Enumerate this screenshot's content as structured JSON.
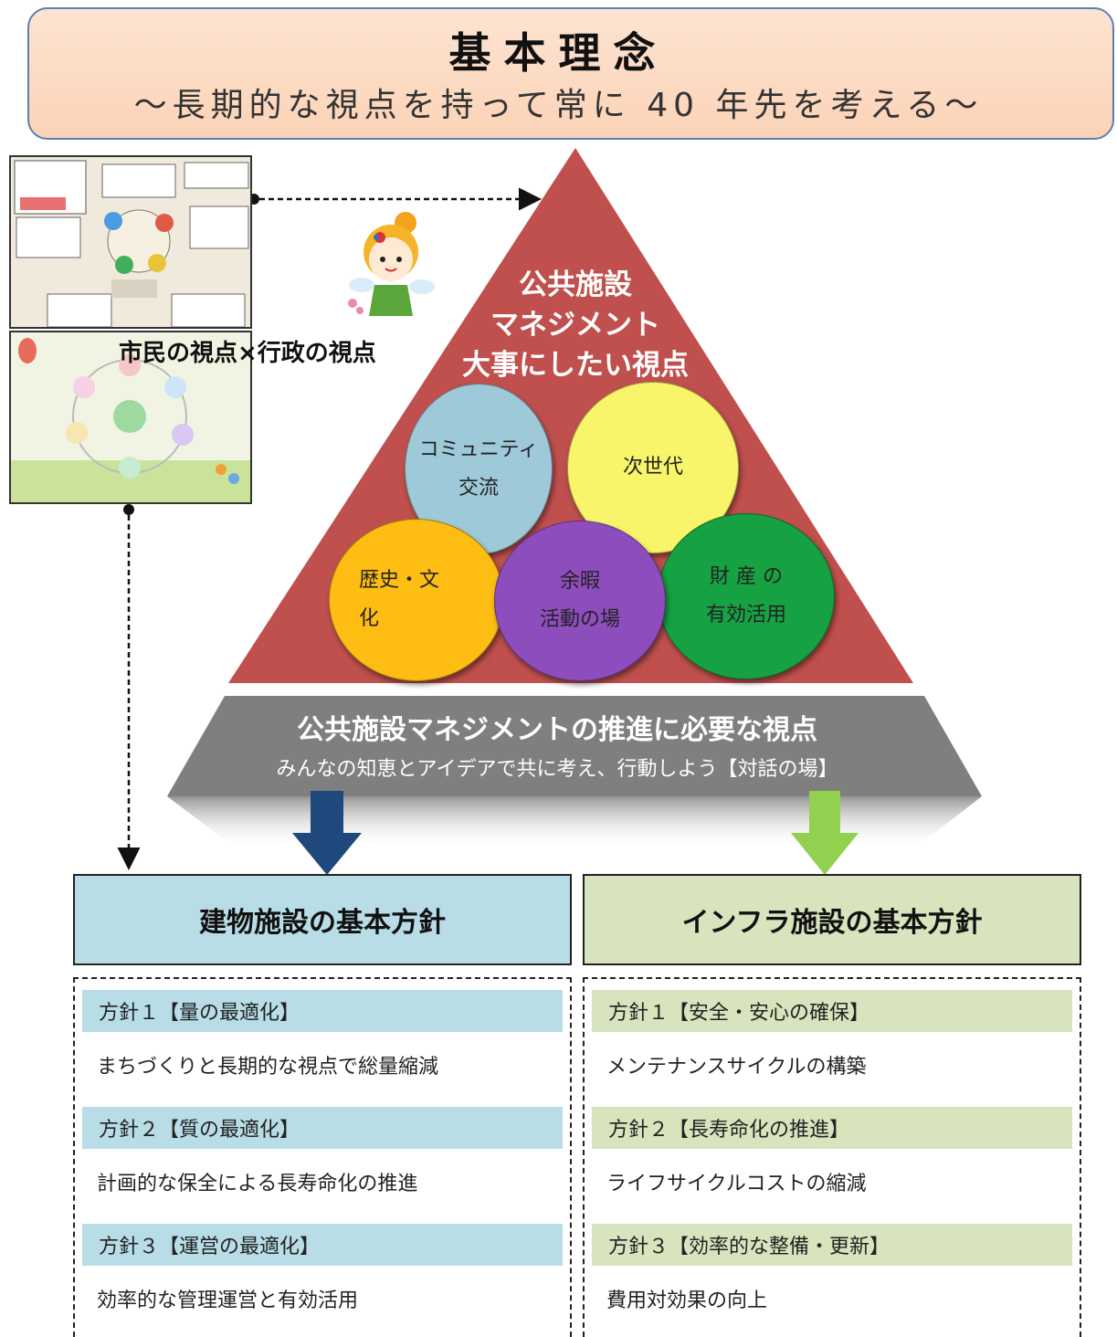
{
  "header": {
    "title": "基本理念",
    "subtitle": "～長期的な視点を持って常に 40 年先を考える～"
  },
  "workshop": {
    "caption": "市民の視点×行政の視点"
  },
  "pyramid": {
    "title_lines": [
      "公共施設",
      "マネジメント",
      "大事にしたい視点"
    ],
    "circles": {
      "community": [
        "コミュニティ",
        "交流"
      ],
      "next_generation": [
        "次世代"
      ],
      "history": [
        "歴史・文",
        "化"
      ],
      "leisure": [
        "余暇",
        "活動の場"
      ],
      "asset": [
        "財 産 の",
        "有効活用"
      ]
    }
  },
  "band": {
    "title": "公共施設マネジメントの推進に必要な視点",
    "subtitle": "みんなの知恵とアイデアで共に考え、行動しよう【対話の場】"
  },
  "colors": {
    "pyramid": "#c0504d",
    "band": "#7f7f7f",
    "arrow_left": "#1f497d",
    "arrow_right": "#92d050",
    "building": "#b8dde7",
    "infra": "#d7e4bd"
  },
  "building_policy": {
    "header": "建物施設の基本方針",
    "items": [
      {
        "label": "方針１【量の最適化】",
        "desc": "まちづくりと長期的な視点で総量縮減"
      },
      {
        "label": "方針２【質の最適化】",
        "desc": "計画的な保全による長寿命化の推進"
      },
      {
        "label": "方針３【運営の最適化】",
        "desc": "効率的な管理運営と有効活用"
      }
    ]
  },
  "infra_policy": {
    "header": "インフラ施設の基本方針",
    "items": [
      {
        "label": "方針１【安全・安心の確保】",
        "desc": "メンテナンスサイクルの構築"
      },
      {
        "label": "方針２【長寿命化の推進】",
        "desc": "ライフサイクルコストの縮減"
      },
      {
        "label": "方針３【効率的な整備・更新】",
        "desc": "費用対効果の向上"
      }
    ]
  }
}
